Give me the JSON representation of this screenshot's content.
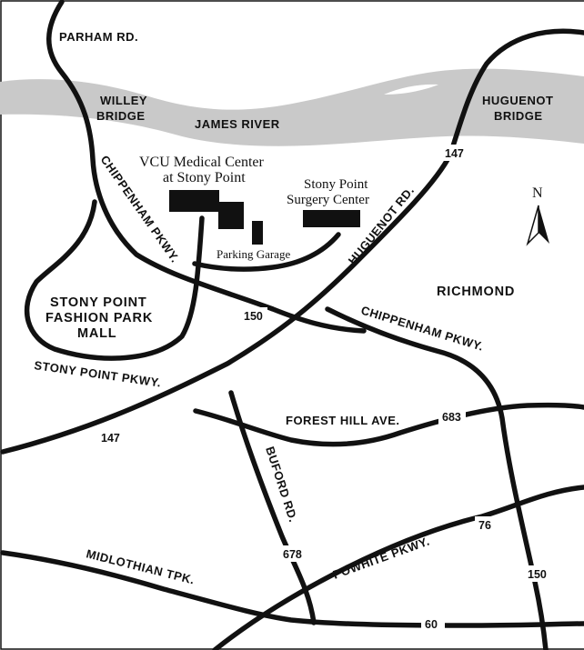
{
  "map": {
    "water": {
      "river_label": "JAMES RIVER"
    },
    "colors": {
      "water": "#c9c9c9",
      "roads": "#111111",
      "background": "#ffffff",
      "buildings": "#111111"
    },
    "places": {
      "richmond": "RICHMOND",
      "stony_point_mall": [
        "STONY POINT",
        "FASHION PARK",
        "MALL"
      ],
      "vcu_medical_center": [
        "VCU Medical Center",
        "at Stony Point"
      ],
      "surgery_center": [
        "Stony Point",
        "Surgery Center"
      ],
      "parking_garage": "Parking Garage"
    },
    "bridges": {
      "willey": [
        "WILLEY",
        "BRIDGE"
      ],
      "huguenot": [
        "HUGUENOT",
        "BRIDGE"
      ]
    },
    "roads": {
      "parham": "PARHAM RD.",
      "chippenham_west": "CHIPPENHAM PKWY.",
      "chippenham_east": "CHIPPENHAM PKWY.",
      "huguenot": "HUGUENOT RD.",
      "stony_point": "STONY POINT PKWY.",
      "forest_hill": "FOREST HILL AVE.",
      "buford": "BUFORD RD.",
      "powhite": "POWHITE PKWY.",
      "midlothian": "MIDLOTHIAN TPK."
    },
    "route_numbers": {
      "r147_north": "147",
      "r147_west": "147",
      "r150_center": "150",
      "r150_south": "150",
      "r683": "683",
      "r76": "76",
      "r678": "678",
      "r60": "60"
    },
    "north_arrow": "N"
  }
}
